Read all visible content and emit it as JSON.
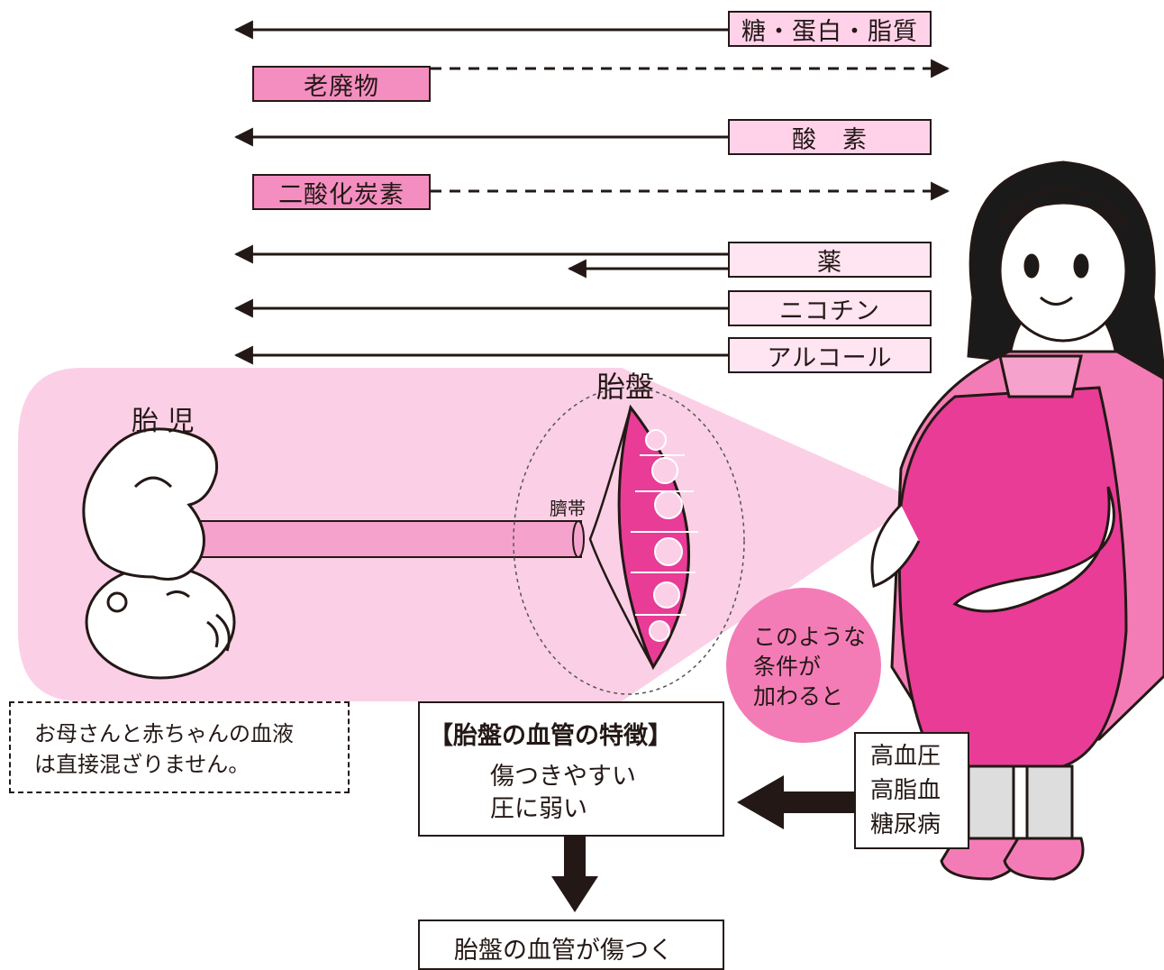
{
  "substances": {
    "nutrients": "糖・蛋白・脂質",
    "waste": "老廃物",
    "oxygen": "酸　素",
    "co2": "二酸化炭素",
    "medicine": "薬",
    "nicotine": "ニコチン",
    "alcohol": "アルコール"
  },
  "labels": {
    "placenta": "胎盤",
    "fetus": "胎 児",
    "umbilical_cord": "臍帯"
  },
  "note": "お母さんと赤ちゃんの血液\nは直接混ざりません。",
  "features": {
    "title": "【胎盤の血管の特徴】",
    "lines": "傷つきやすい\n圧に弱い"
  },
  "conditions": {
    "intro": "このような\n条件が\n加わると",
    "list": "高血圧\n高脂血\n糖尿病"
  },
  "result": "胎盤の血管が傷つく",
  "colors": {
    "magenta": "#e83c97",
    "pink_light": "#fbd0e6",
    "pink_mid": "#f5a3cc",
    "outline": "#231815"
  }
}
